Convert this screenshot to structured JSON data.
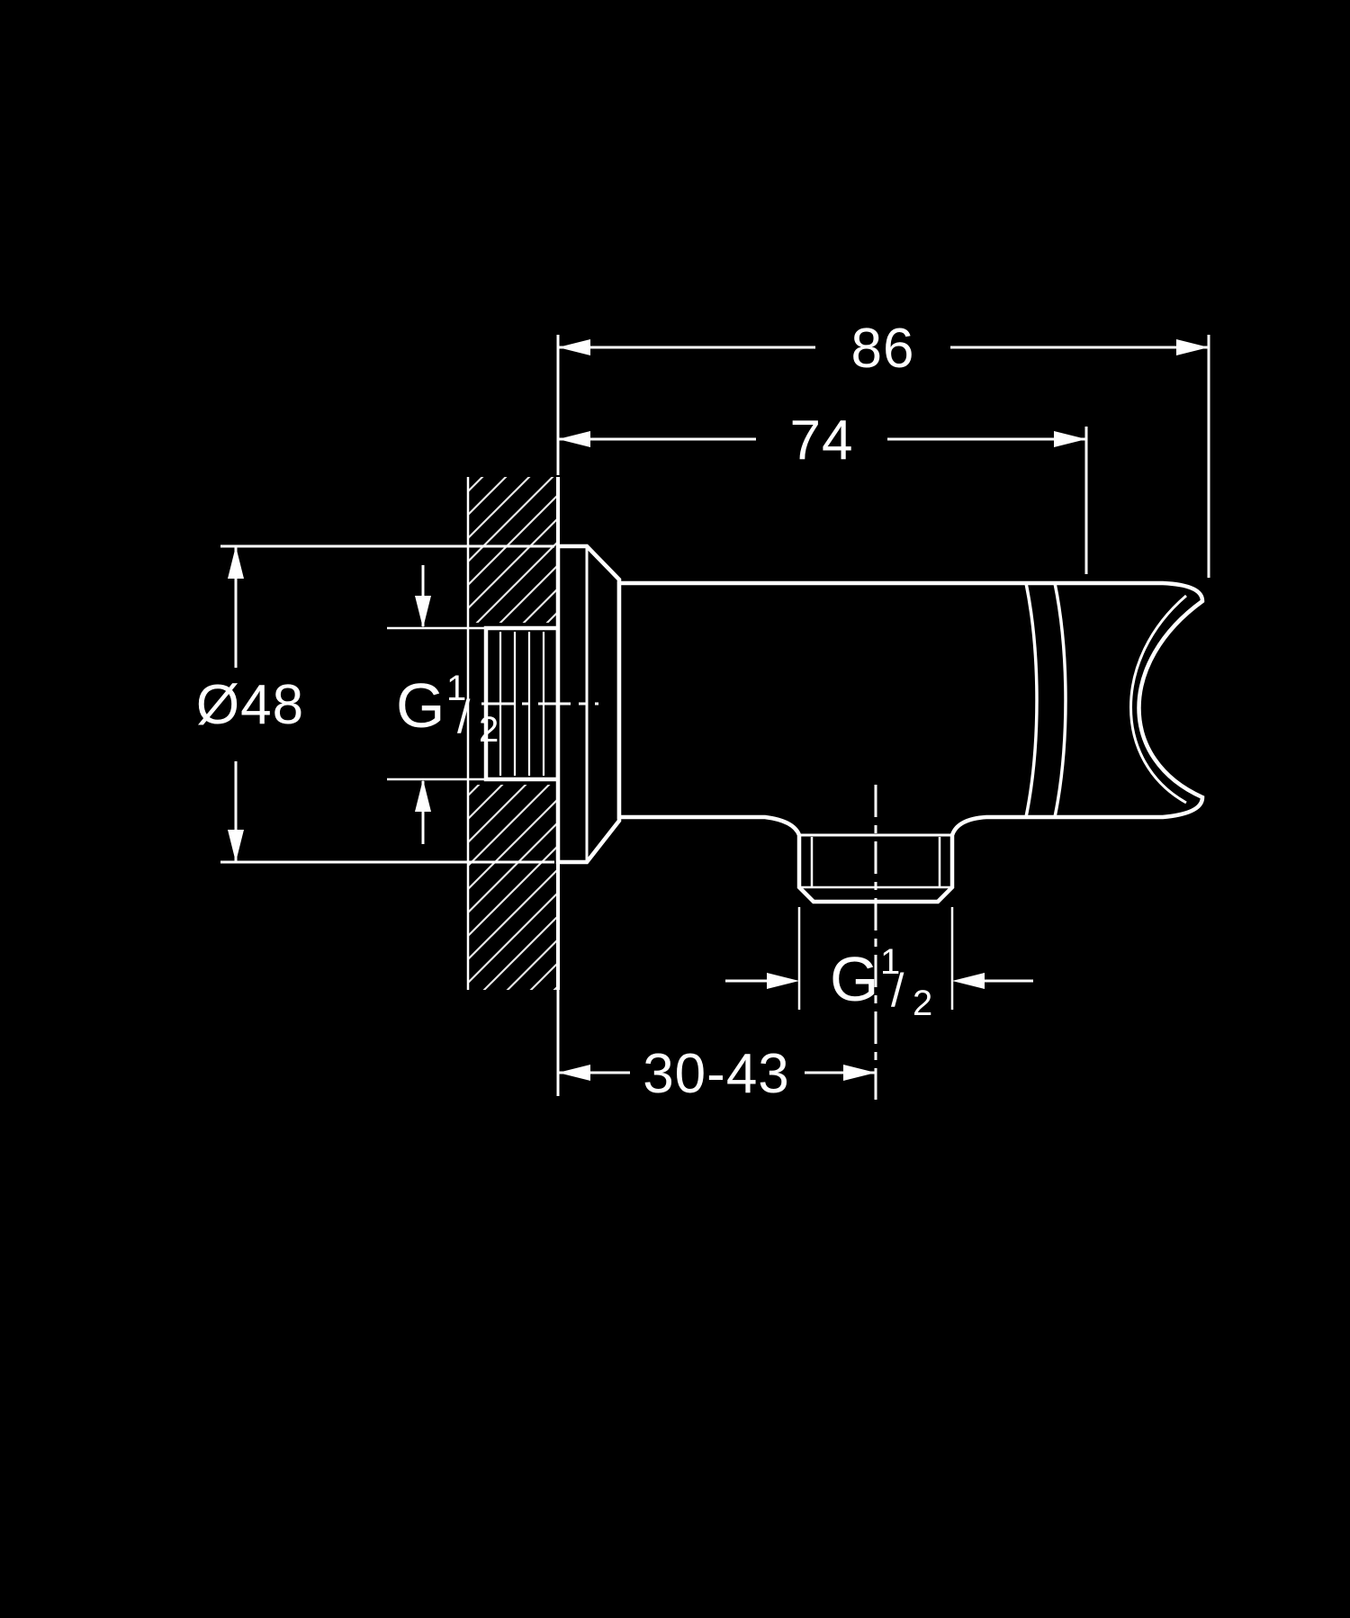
{
  "canvas": {
    "background": "#000000",
    "line_color": "#ffffff"
  },
  "drawing": {
    "kind": "technical dimension drawing",
    "subject": "wall-mounted shower outlet elbow with hand shower holder"
  },
  "dimensions": {
    "overall_depth": {
      "value": "86"
    },
    "body_depth": {
      "value": "74"
    },
    "flange_diameter": {
      "value": "Ø48"
    },
    "outlet_offset_range": {
      "value": "30-43"
    }
  },
  "labels": {
    "g_letter": "G",
    "g_numerator": "1",
    "g_slash": "/",
    "g_denominator": "2"
  }
}
